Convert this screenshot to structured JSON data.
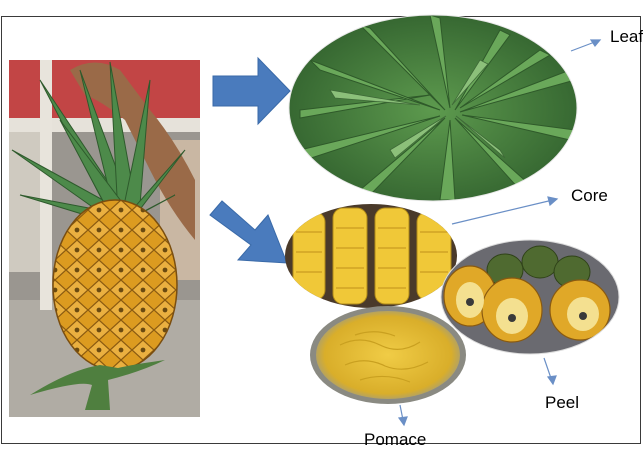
{
  "labels": {
    "leaf": "Leaf",
    "core": "Core",
    "peel": "Peel",
    "pomace": "Pomace"
  },
  "colors": {
    "block_arrow": "#4a7bbd",
    "thin_arrow": "#6a8fc6",
    "pineapple_fruit": "#d99a1e",
    "leaves": "#3c7a3a",
    "core_slices": "#f0c838",
    "pomace": "#e0b830"
  }
}
